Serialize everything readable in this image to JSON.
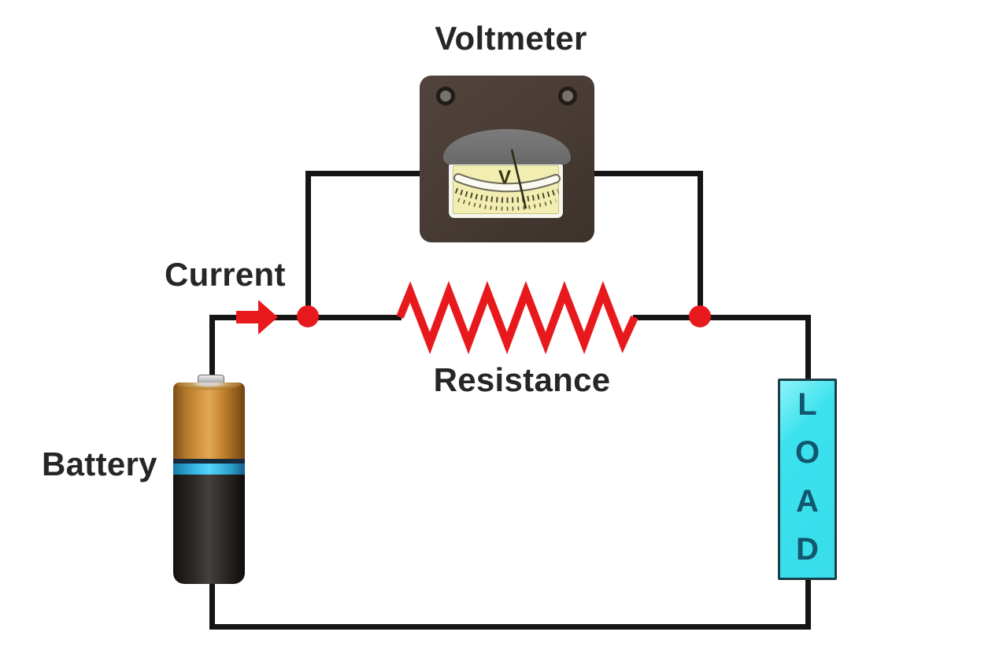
{
  "diagram": {
    "type": "circuit-diagram",
    "labels": {
      "voltmeter": "Voltmeter",
      "current": "Current",
      "resistance": "Resistance",
      "battery": "Battery",
      "meter_unit": "V"
    },
    "load_letters": [
      "L",
      "O",
      "A",
      "D"
    ],
    "colors": {
      "wire": "#151515",
      "red": "#e8191c",
      "load_fill": "#3be2ee",
      "load_border": "#1b3f48",
      "load_text": "#13566e",
      "voltmeter_body": "#473b34",
      "voltmeter_dome": "#717171",
      "meter_face": "#f2eeb2",
      "battery_copper": "#c9852f",
      "battery_band": "#3cc0ee",
      "battery_body": "#2a2522",
      "label_text": "#262626",
      "bg": "#ffffff"
    }
  }
}
